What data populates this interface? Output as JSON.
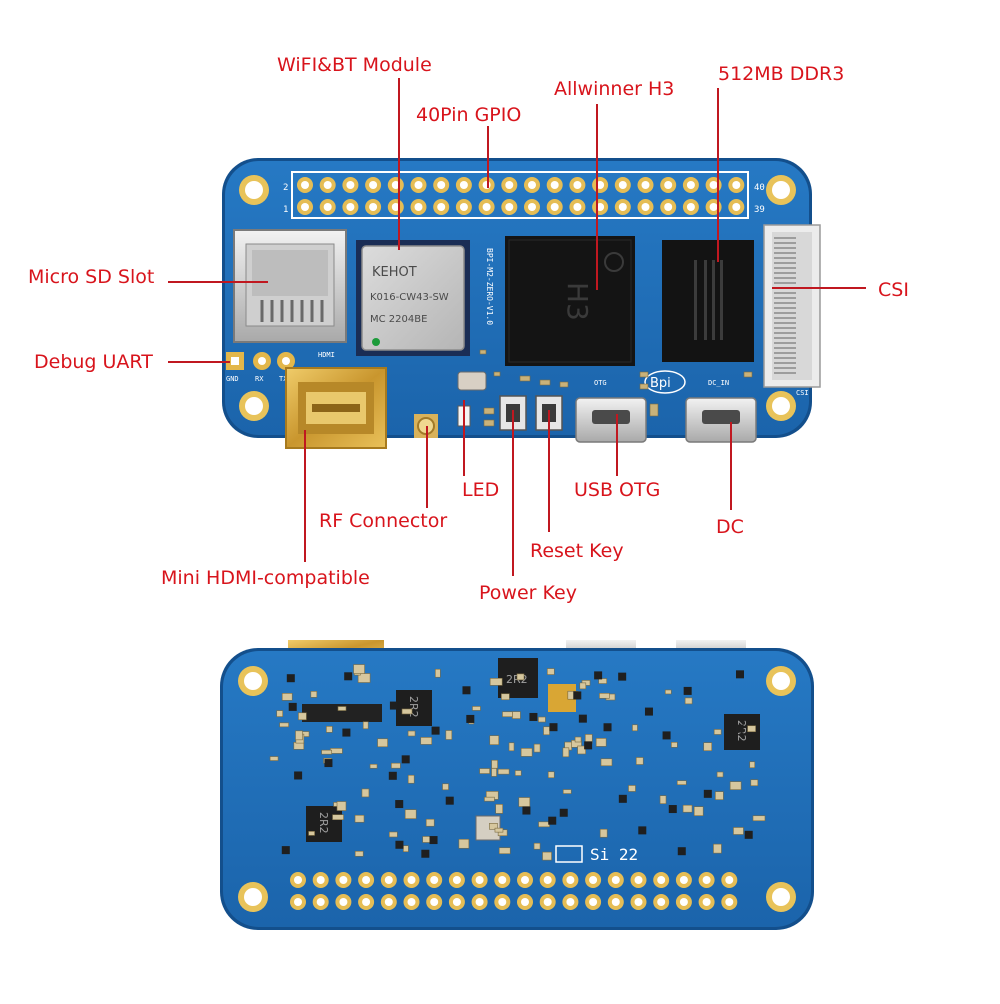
{
  "labels": {
    "wifi_bt": "WiFI&BT Module",
    "gpio": "40Pin GPIO",
    "allwinner": "Allwinner H3",
    "ddr3": "512MB DDR3",
    "micro_sd": "Micro SD Slot",
    "csi": "CSI",
    "debug_uart": "Debug UART",
    "led": "LED",
    "usb_otg": "USB OTG",
    "rf": "RF Connector",
    "dc": "DC",
    "reset": "Reset Key",
    "hdmi": "Mini HDMI-compatible",
    "power": "Power Key"
  },
  "silkscreen": {
    "wifi_brand": "KEHOT",
    "wifi_model": "K016-CW43-SW",
    "wifi_date": "MC 2204BE",
    "soc_name": "H3",
    "board_id": "BPI-M2-ZERO-V1.0",
    "pin_2": "2",
    "pin_1": "1",
    "pin_40": "40",
    "pin_39": "39",
    "gnd": "GND",
    "rx": "RX",
    "tx": "TX",
    "otg": "OTG",
    "dc_in": "DC_IN",
    "csi_mark": "CSI",
    "hdmi_mark": "HDMI",
    "bpi_logo": "Bpi",
    "inductor": "2R2",
    "back_code": "Si 22"
  },
  "colors": {
    "label": "#d8141c",
    "pcb": "#1d6fb8",
    "pcb_edge": "#134f8c",
    "gold": "#d4a53a",
    "chip": "#141414",
    "leader": "#c01820"
  }
}
